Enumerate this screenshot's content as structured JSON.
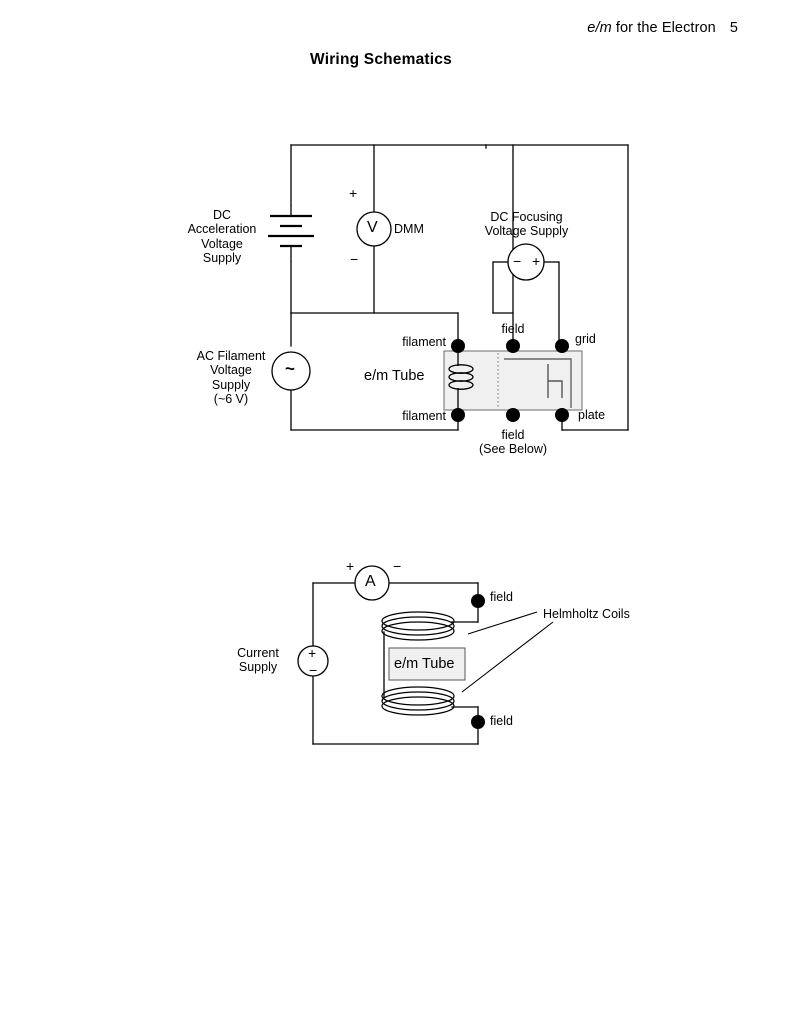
{
  "header": {
    "running_head_italic": "e/m",
    "running_head_rest": " for the Electron",
    "page_number": "5"
  },
  "title": "Wiring Schematics",
  "colors": {
    "ink": "#000000",
    "tube_fill": "#f0f0f0",
    "tube_stroke": "#555555",
    "wire": "#000000"
  },
  "top_schematic": {
    "sources": [
      {
        "name": "dc-acceleration-voltage-supply",
        "label": "DC\nAcceleration\nVoltage\nSupply",
        "symbol": "battery"
      },
      {
        "name": "dmm-voltmeter",
        "label": "DMM",
        "symbol": "voltmeter",
        "glyph": "V",
        "terminal_plus": "+",
        "terminal_minus": "−"
      },
      {
        "name": "dc-focusing-voltage-supply",
        "label": "DC Focusing\nVoltage Supply",
        "symbol": "source-circle",
        "terminal_minus": "−",
        "terminal_plus": "+"
      },
      {
        "name": "ac-filament-voltage-supply",
        "label": "AC Filament\nVoltage\nSupply\n(~6 V)",
        "symbol": "ac-source",
        "glyph": "~"
      }
    ],
    "tube_label": "e/m Tube",
    "terminals": [
      {
        "name": "terminal-filament-top",
        "label": "filament"
      },
      {
        "name": "terminal-field-top",
        "label": "field"
      },
      {
        "name": "terminal-grid",
        "label": "grid"
      },
      {
        "name": "terminal-filament-bottom",
        "label": "filament"
      },
      {
        "name": "terminal-field-bottom",
        "label": "field\n(See Below)"
      },
      {
        "name": "terminal-plate",
        "label": "plate"
      }
    ]
  },
  "bottom_schematic": {
    "ammeter": {
      "name": "ammeter",
      "glyph": "A",
      "terminal_plus": "+",
      "terminal_minus": "−"
    },
    "current_supply": {
      "name": "current-supply",
      "label": "Current\nSupply",
      "terminal_plus": "+",
      "terminal_minus": "−"
    },
    "helmholtz_label": "Helmholtz Coils",
    "tube_label": "e/m Tube",
    "terminals": [
      {
        "name": "terminal-field-upper",
        "label": "field"
      },
      {
        "name": "terminal-field-lower",
        "label": "field"
      }
    ]
  }
}
